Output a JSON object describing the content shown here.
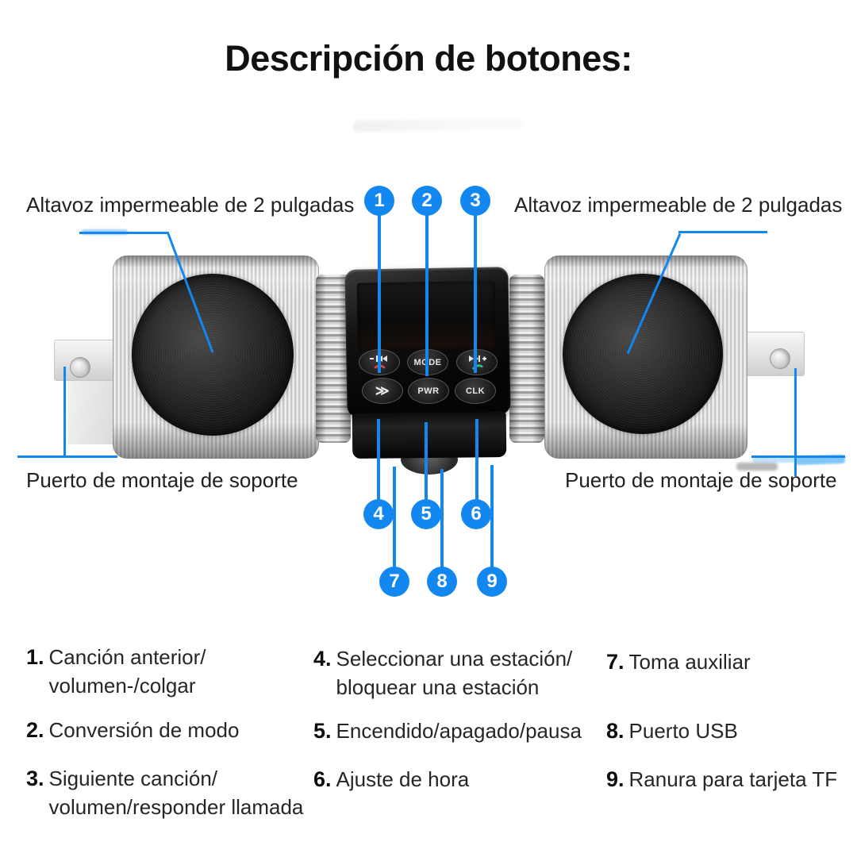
{
  "title": "Descripción de botones:",
  "accent_blue": "#1287ef",
  "diagram": {
    "speaker_label_left": "Altavoz impermeable de 2 pulgadas",
    "speaker_label_right": "Altavoz impermeable de 2 pulgadas",
    "bracket_label_left": "Puerto de montaje de soporte",
    "bracket_label_right": "Puerto de montaje de soporte",
    "callouts": [
      "1",
      "2",
      "3",
      "4",
      "5",
      "6",
      "7",
      "8",
      "9"
    ],
    "device": {
      "buttons": {
        "mode": "MODE",
        "power": "PWR",
        "clock": "CLK",
        "fast_forward": "≫",
        "prev_icon": "prev-track-minus-hangup-icon",
        "next_icon": "next-track-plus-answer-icon"
      }
    }
  },
  "legend": {
    "items": [
      {
        "num": "1.",
        "text": "Canción anterior/\nvolumen-/colgar"
      },
      {
        "num": "2.",
        "text": "Conversión de modo"
      },
      {
        "num": "3.",
        "text": "Siguiente canción/\nvolumen/responder llamada"
      },
      {
        "num": "4.",
        "text": "Seleccionar una estación/\nbloquear una estación"
      },
      {
        "num": "5.",
        "text": "Encendido/apagado/pausa"
      },
      {
        "num": "6.",
        "text": "Ajuste de hora"
      },
      {
        "num": "7.",
        "text": "Toma auxiliar"
      },
      {
        "num": "8.",
        "text": "Puerto USB"
      },
      {
        "num": "9.",
        "text": "Ranura para tarjeta TF"
      }
    ]
  }
}
